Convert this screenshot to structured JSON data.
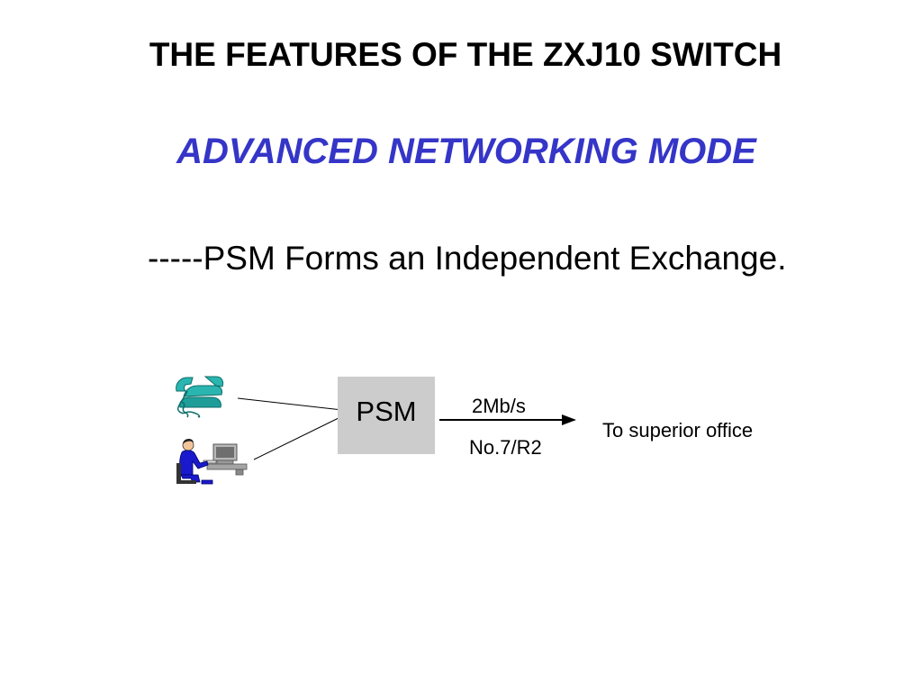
{
  "slide": {
    "title": "THE FEATURES OF THE ZXJ10 SWITCH",
    "subtitle": "ADVANCED NETWORKING MODE",
    "bullet": "-----PSM  Forms an Independent Exchange."
  },
  "diagram": {
    "psm_label": "PSM",
    "link_rate": "2Mb/s",
    "link_signaling": "No.7/R2",
    "destination": "To superior  office",
    "icons": [
      "telephone-icon",
      "computer-operator-icon"
    ]
  },
  "colors": {
    "subtitle": "#3535c8",
    "psm_box": "#cccccc",
    "phone": "#2bb5b0",
    "operator_suit": "#1a1acc"
  }
}
